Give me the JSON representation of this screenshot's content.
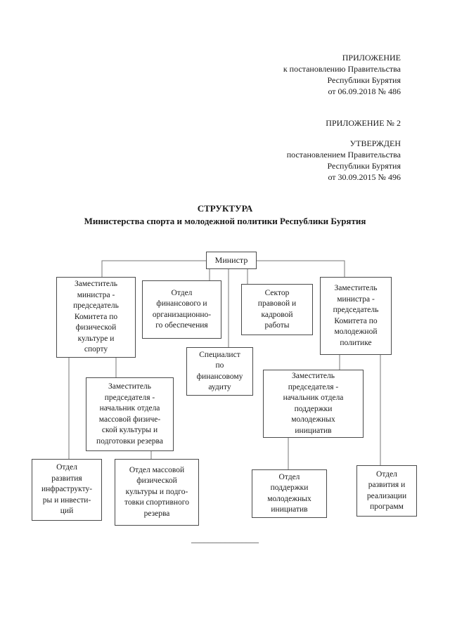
{
  "header": {
    "appendix1": {
      "lines": [
        "ПРИЛОЖЕНИЕ",
        "к постановлению Правительства",
        "Республики Бурятия",
        "от 06.09.2018 № 486"
      ]
    },
    "appendix2": "ПРИЛОЖЕНИЕ № 2",
    "approved": {
      "lines": [
        "УТВЕРЖДЕН",
        "постановлением Правительства",
        "Республики Бурятия",
        "от 30.09.2015 № 496"
      ]
    }
  },
  "title": {
    "line1": "СТРУКТУРА",
    "line2": "Министерства спорта и молодежной политики Республики Бурятия"
  },
  "org_chart": {
    "nodes": [
      {
        "id": "minister",
        "label": "Министр"
      },
      {
        "id": "deputy-minister-sport",
        "label": "Заместитель\nминистра -\nпредседатель\nКомитета по\nфизической\nкультуре и\nспорту"
      },
      {
        "id": "finance-org-dept",
        "label": "Отдел\nфинансового и\nорганизационно-\nго обеспечения"
      },
      {
        "id": "legal-hr-sector",
        "label": "Сектор\nправовой и\nкадровой\nработы"
      },
      {
        "id": "deputy-minister-youth",
        "label": "Заместитель\nминистра -\nпредседатель\nКомитета по\nмолодежной\nполитике"
      },
      {
        "id": "finance-audit-specialist",
        "label": "Специалист\nпо\nфинансовому\nаудиту"
      },
      {
        "id": "deputy-chair-sport",
        "label": "Заместитель\nпредседателя -\nначальник отдела\nмассовой физиче-\nской культуры и\nподготовки резерва"
      },
      {
        "id": "deputy-chair-youth",
        "label": "Заместитель\nпредседателя -\nначальник отдела\nподдержки\nмолодежных\nинициатив"
      },
      {
        "id": "infrastructure-dept",
        "label": "Отдел\nразвития\nинфраструкту-\nры и инвести-\nций"
      },
      {
        "id": "mass-culture-dept",
        "label": "Отдел массовой\nфизической\nкультуры и подго-\nтовки спортивного\nрезерва"
      },
      {
        "id": "youth-initiatives-dept",
        "label": "Отдел\nподдержки\nмолодежных\nинициатив"
      },
      {
        "id": "program-dev-dept",
        "label": "Отдел\nразвития и\nреализации\nпрограмм"
      }
    ]
  },
  "footer": {
    "divider": "________________"
  },
  "colors": {
    "box_border": "#4a4a4a",
    "connector": "#777777",
    "text": "#1a1a1a",
    "page_bg": "#ffffff"
  }
}
